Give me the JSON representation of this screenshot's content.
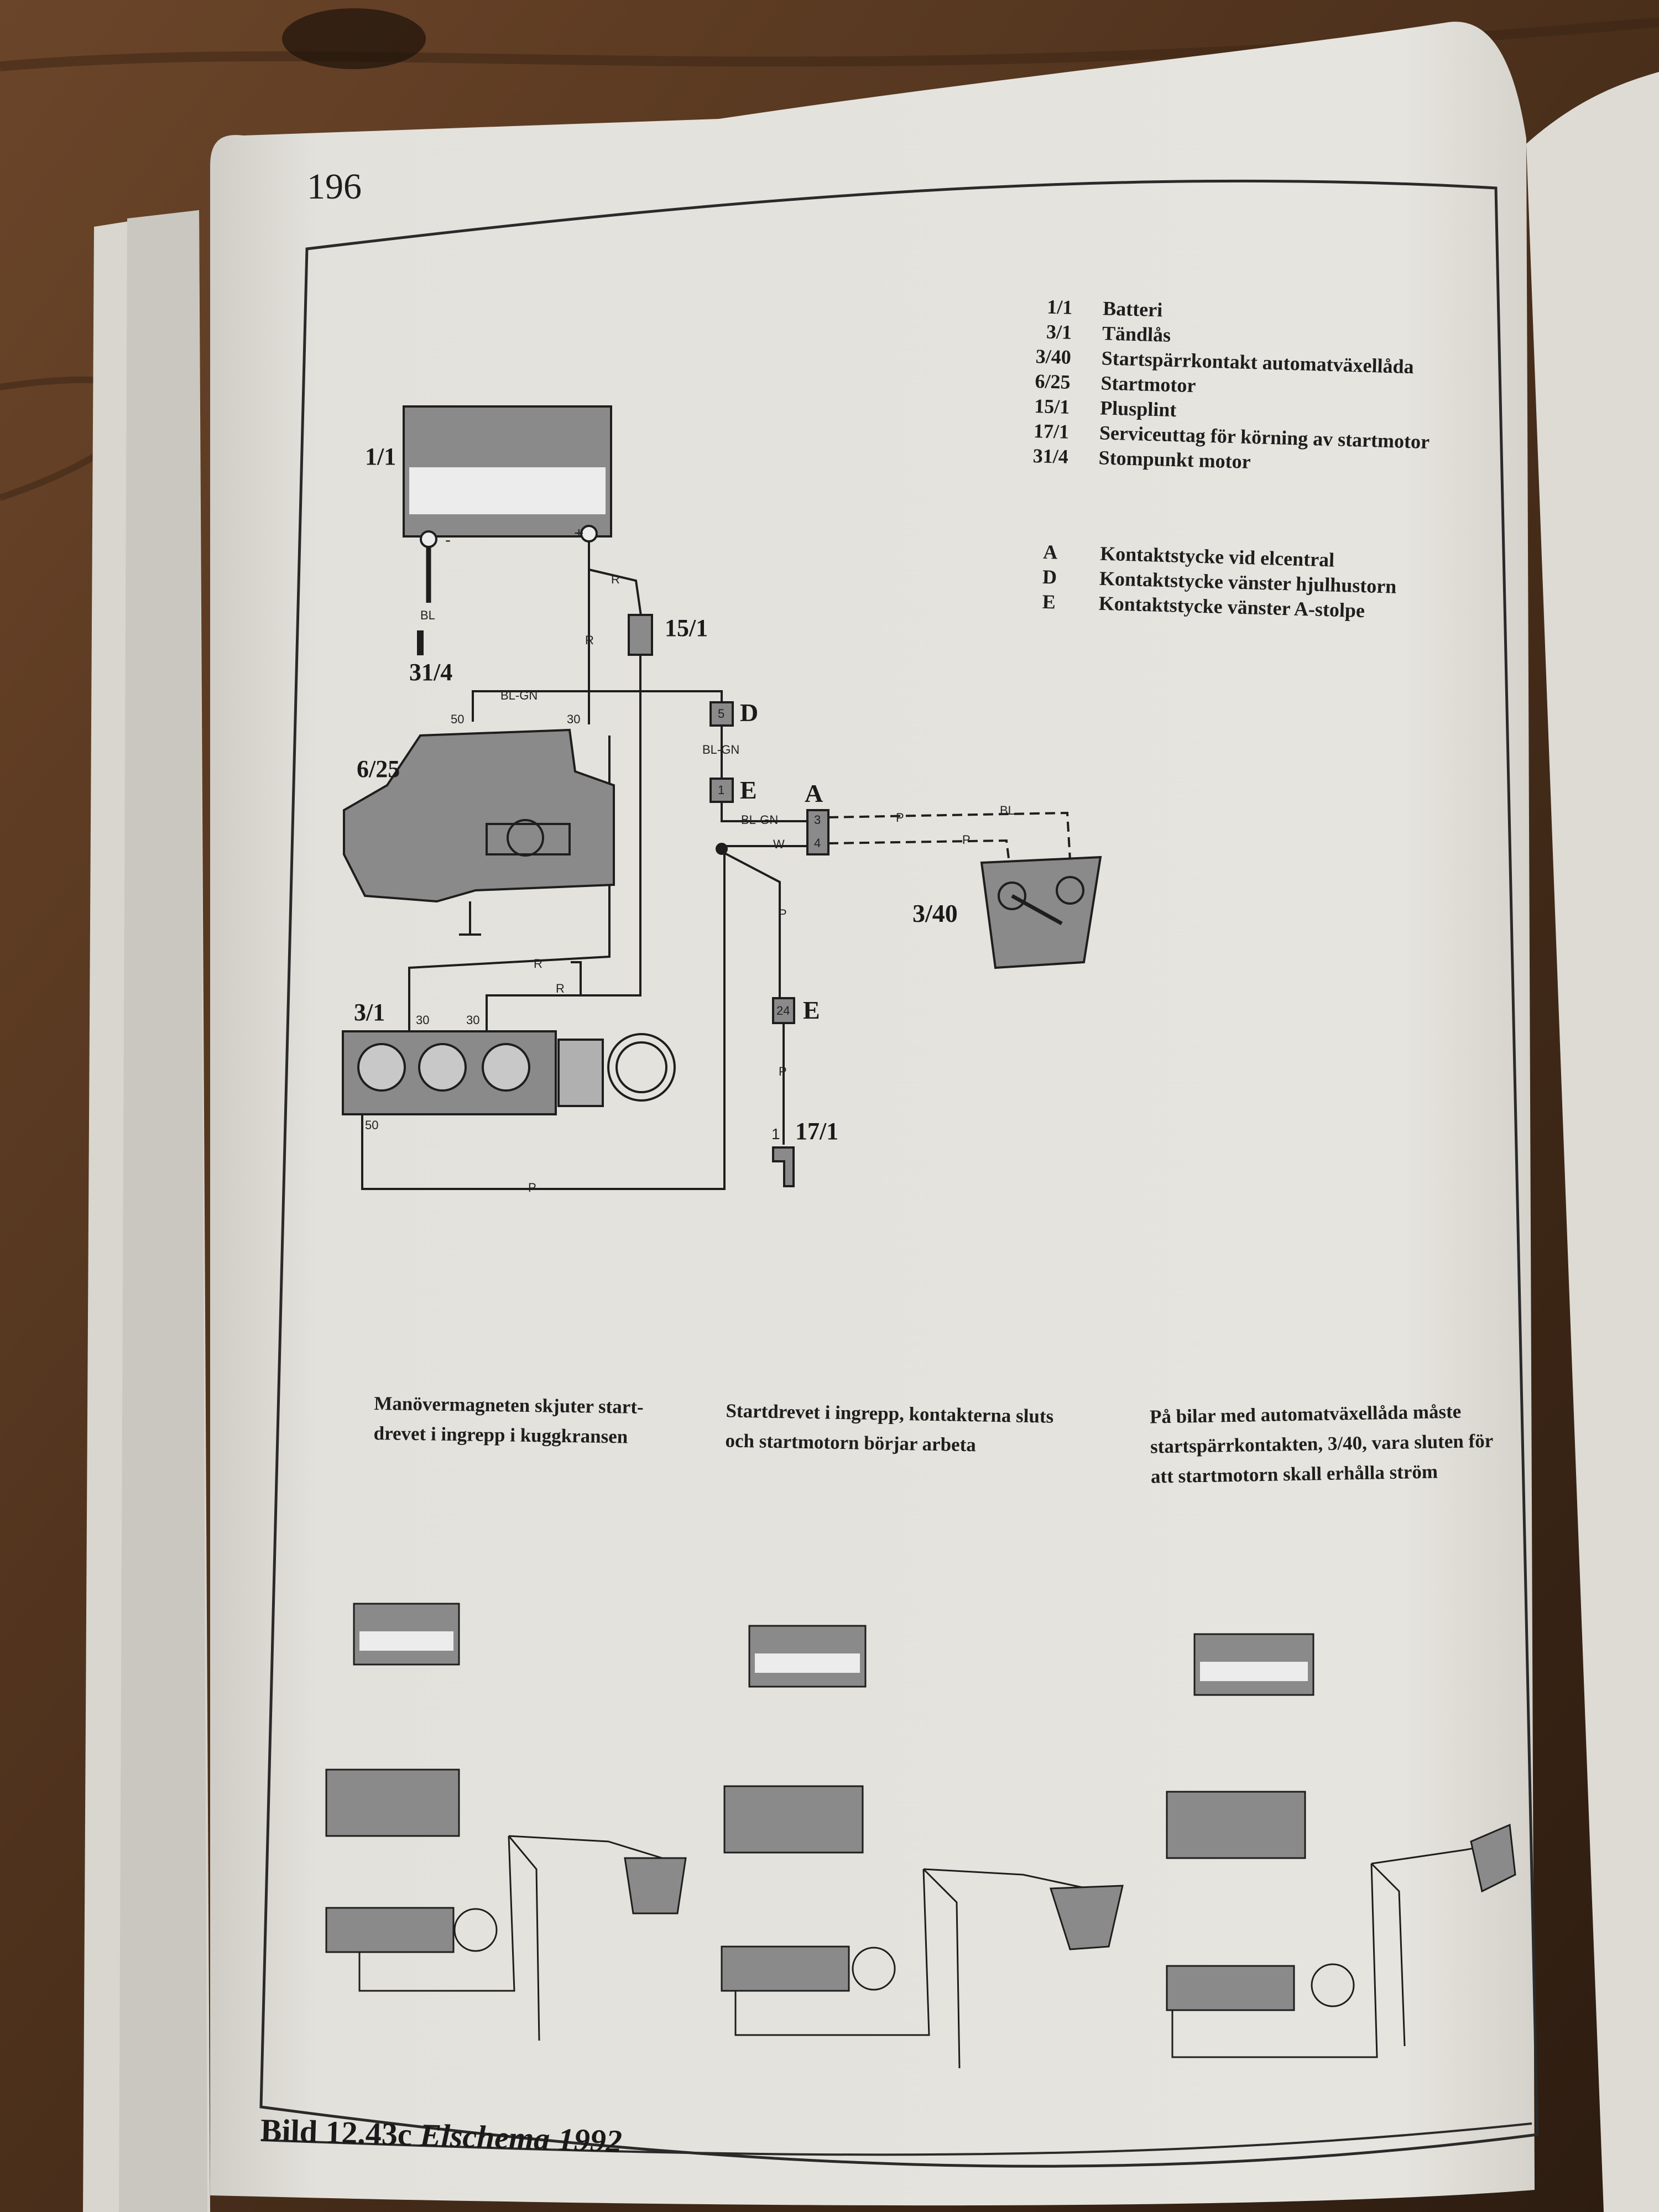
{
  "page_number": "196",
  "legend": {
    "components": [
      {
        "code": "1/1",
        "label": "Batteri"
      },
      {
        "code": "3/1",
        "label": "Tändlås"
      },
      {
        "code": "3/40",
        "label": "Startspärrkontakt automatväxellåda"
      },
      {
        "code": "6/25",
        "label": "Startmotor"
      },
      {
        "code": "15/1",
        "label": "Plusplint"
      },
      {
        "code": "17/1",
        "label": "Serviceuttag för körning av startmotor"
      },
      {
        "code": "31/4",
        "label": "Stompunkt motor"
      }
    ],
    "connectors": [
      {
        "code": "A",
        "label": "Kontaktstycke vid elcentral"
      },
      {
        "code": "D",
        "label": "Kontaktstycke vänster hjulhustorn"
      },
      {
        "code": "E",
        "label": "Kontaktstycke vänster A-stolpe"
      }
    ]
  },
  "diagram": {
    "component_labels": {
      "battery": "1/1",
      "ground": "31/4",
      "plus_terminal": "15/1",
      "starter": "6/25",
      "ignition": "3/1",
      "interlock": "3/40",
      "service_outlet": "17/1"
    },
    "connector_labels": {
      "d": "D",
      "e1": "E",
      "a": "A",
      "e2": "E"
    },
    "pin_numbers": {
      "d": "5",
      "e1": "1",
      "a_top": "3",
      "a_bottom": "4",
      "e2": "24",
      "outlet": "1"
    },
    "terminal_numbers": {
      "t50": "50",
      "t30": "30",
      "ign30a": "30",
      "ign30b": "30",
      "ign50": "50"
    },
    "wire_colors": {
      "bl": "BL",
      "r1": "R",
      "r2": "R",
      "r3": "R",
      "r4": "R",
      "blgn1": "BL-GN",
      "blgn2": "BL-GN",
      "blgn3": "BL-GN",
      "w": "W",
      "p1": "P",
      "p2": "P",
      "p3": "P",
      "p4": "P",
      "p5": "P",
      "bl2": "BL"
    },
    "battery_signs": {
      "minus": "-",
      "plus": "+"
    }
  },
  "captions": [
    "Manövermagneten skjuter start­drevet i ingrepp i kuggkransen",
    "Startdrevet i ingrepp, kontakterna sluts och startmotorn börjar arbeta",
    "På bilar med automatväxellåda måste startspärrkontakten, 3/40, vara sluten för att startmotorn skall erhålla ström"
  ],
  "figure_caption": {
    "prefix": "Bild 12.43c",
    "title": "Elschema 1992"
  },
  "colors": {
    "paper": "#e4e2dc",
    "ink": "#1e1e1e",
    "component_fill": "#8a8a8a",
    "wood": "#5a3a22"
  }
}
